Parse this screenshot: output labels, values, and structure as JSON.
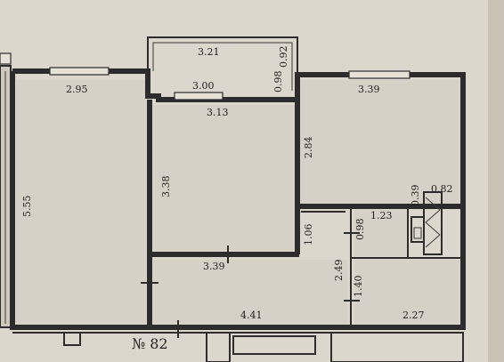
{
  "dimensions": {
    "balcony_width": "3.21",
    "balcony_depth": "0.92",
    "balcony_side": "0.98",
    "door_width": "3.00",
    "room_left_width": "2.95",
    "room_left_length": "5.55",
    "room_center_width": "3.13",
    "room_center_length": "3.38",
    "room_center_bottom": "3.39",
    "kitchen_width": "3.39",
    "kitchen_length": "2.84",
    "bath_width": "1.23",
    "bath_side": "0.98",
    "vent_a": "0.39",
    "vent_b": "0.82",
    "hall_depth": "1.06",
    "hall_length": "4.41",
    "corridor_a": "2.49",
    "corridor_b": "1.40",
    "wc_width": "2.27"
  },
  "apartment_label": "№ 82"
}
